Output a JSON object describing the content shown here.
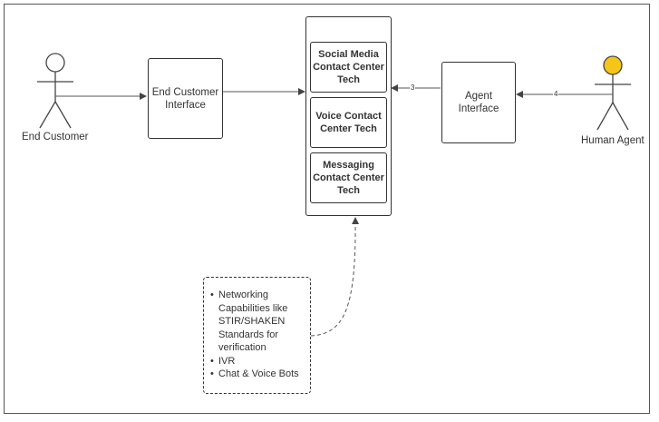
{
  "actors": {
    "end_customer": {
      "label": "End Customer",
      "head_color": "#ffffff"
    },
    "human_agent": {
      "label": "Human Agent",
      "head_color": "#f5c518"
    }
  },
  "nodes": {
    "end_customer_interface": "End Customer Interface",
    "agent_interface": "Agent Interface",
    "contact_center": {
      "social_media": "Social Media Contact Center Tech",
      "voice": "Voice Contact Center Tech",
      "messaging": "Messaging Contact Center Tech"
    }
  },
  "edges": {
    "agent_to_contact_center": "3",
    "human_agent_to_agent_interface": "4"
  },
  "notes": {
    "items": [
      "Networking Capabilities like STIR/SHAKEN Standards for verification",
      "IVR",
      "Chat & Voice Bots"
    ]
  }
}
